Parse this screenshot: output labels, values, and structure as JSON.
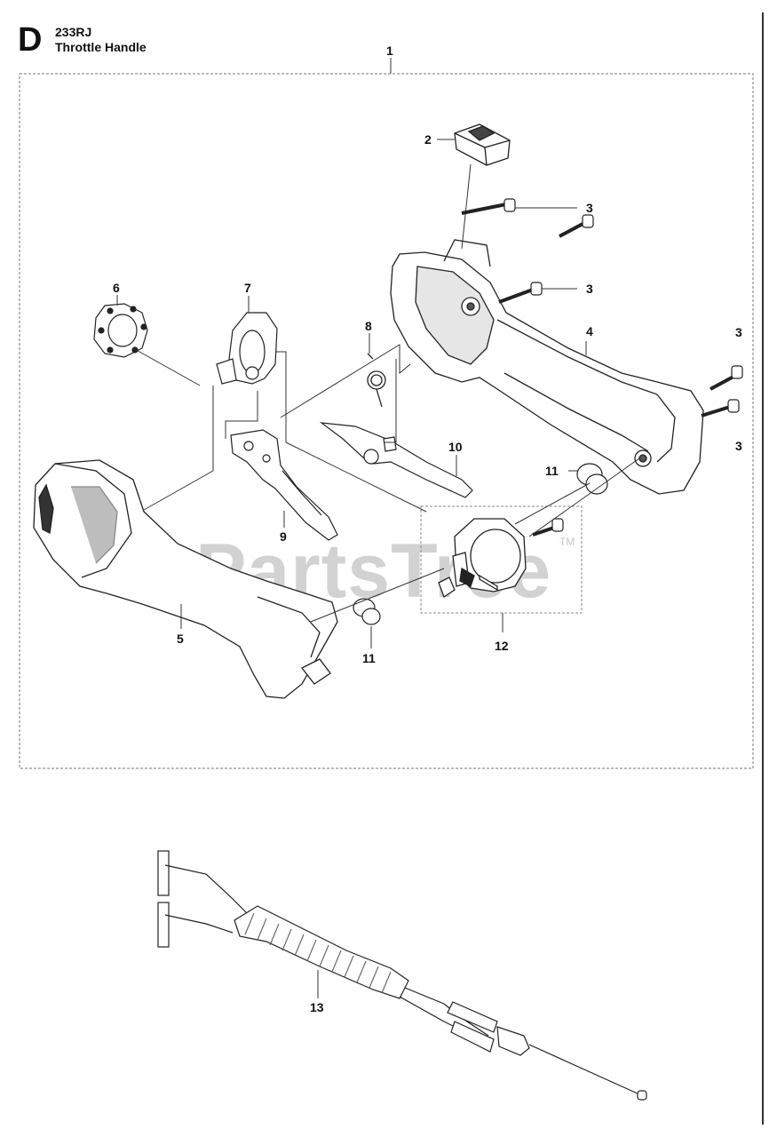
{
  "header": {
    "section_letter": "D",
    "model": "233RJ",
    "title": "Throttle Handle"
  },
  "watermark": {
    "text": "PartsTree",
    "tm": "TM"
  },
  "callouts": {
    "c1": "1",
    "c2": "2",
    "c3a": "3",
    "c3b": "3",
    "c3c": "3",
    "c3d": "3",
    "c4": "4",
    "c5": "5",
    "c6": "6",
    "c7": "7",
    "c8": "8",
    "c9": "9",
    "c10": "10",
    "c11a": "11",
    "c11b": "11",
    "c12": "12",
    "c13": "13"
  }
}
